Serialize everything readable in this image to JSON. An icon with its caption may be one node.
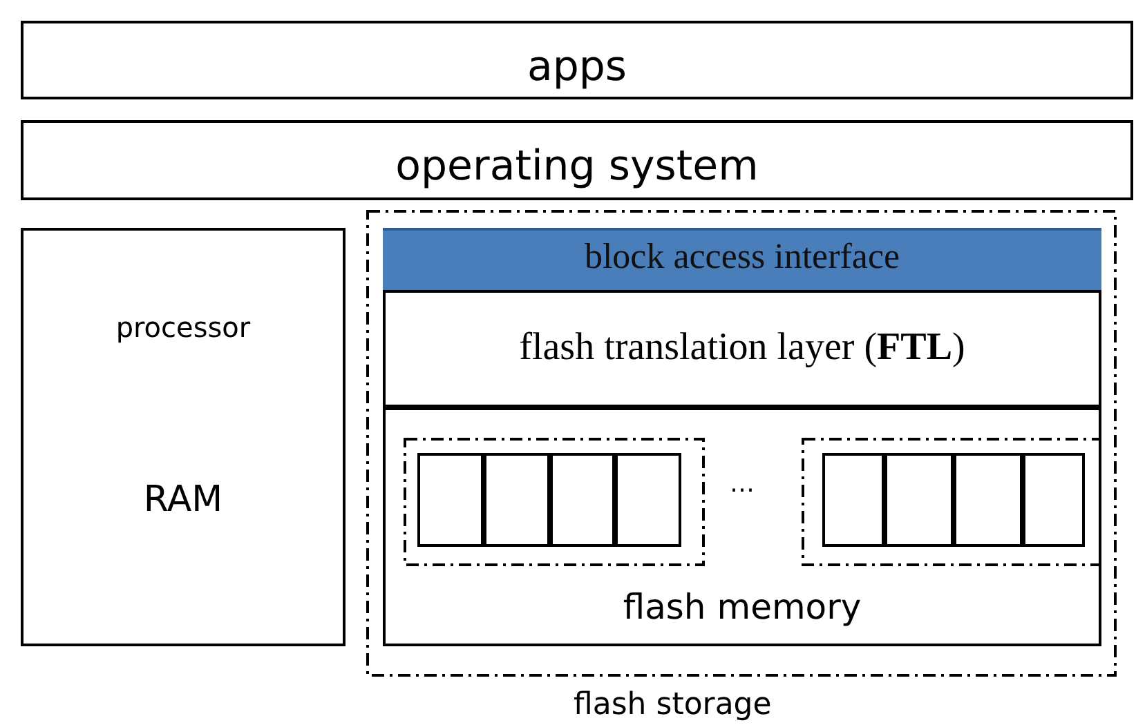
{
  "diagram": {
    "nodes": [
      {
        "text": [
          "apps"
        ]
      },
      {
        "text": [
          "operating system"
        ]
      },
      {
        "text": [
          "processor",
          "RAM"
        ]
      },
      {
        "text": [
          "flash storage"
        ]
      },
      {
        "text": [
          "block access interface"
        ],
        "in": 3
      },
      {
        "text": [
          "flash translation layer (**FTL**)"
        ],
        "in": 3
      },
      {
        "text": [
          "flash memory"
        ],
        "in": 3
      },
      {
        "text": [],
        "shape": "box",
        "in": 6
      },
      {
        "text": [],
        "shape": "box",
        "in": 7
      },
      {
        "text": [],
        "shape": "box",
        "in": 7
      },
      {
        "text": [],
        "shape": "box",
        "in": 7
      },
      {
        "text": [],
        "shape": "box",
        "in": 7
      },
      {
        "text": [],
        "shape": "box",
        "in": 6
      },
      {
        "text": [],
        "shape": "box",
        "in": 12
      },
      {
        "text": [],
        "shape": "box",
        "in": 12
      },
      {
        "text": [],
        "shape": "box",
        "in": 12
      },
      {
        "text": [],
        "shape": "box",
        "in": 12
      }
    ],
    "labels": [
      "…"
    ]
  }
}
